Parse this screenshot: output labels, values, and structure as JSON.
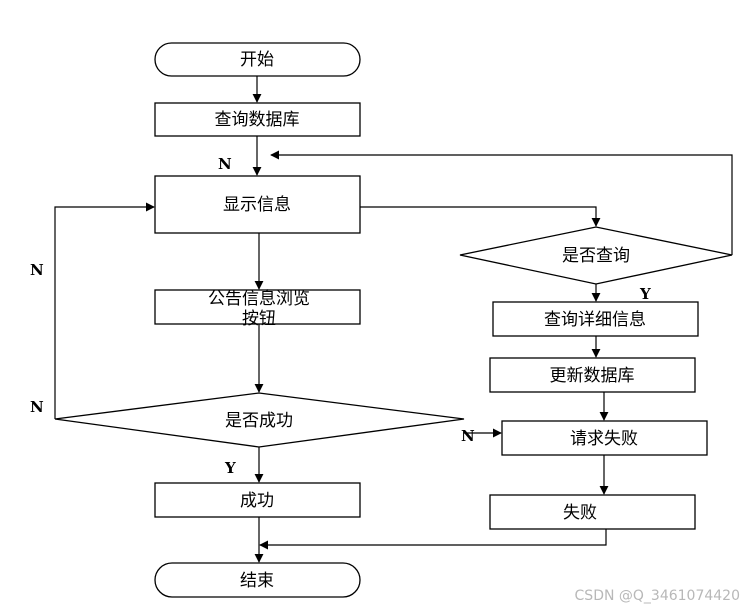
{
  "nodes": {
    "start": "开始",
    "query_db": "查询数据库",
    "show_info": "显示信息",
    "notice_browse_line1": "公告信息浏览",
    "notice_browse_line2": "按钮",
    "is_success": "是否成功",
    "success": "成功",
    "end": "结束",
    "is_query": "是否查询",
    "query_detail": "查询详细信息",
    "update_db": "更新数据库",
    "request_fail": "请求失败",
    "fail": "失败"
  },
  "labels": {
    "n_top": "N",
    "n_left_upper": "N",
    "n_left_lower": "N",
    "y_success": "Y",
    "y_query": "Y",
    "n_to_request_fail": "N"
  },
  "watermark": "CSDN @Q_3461074420"
}
